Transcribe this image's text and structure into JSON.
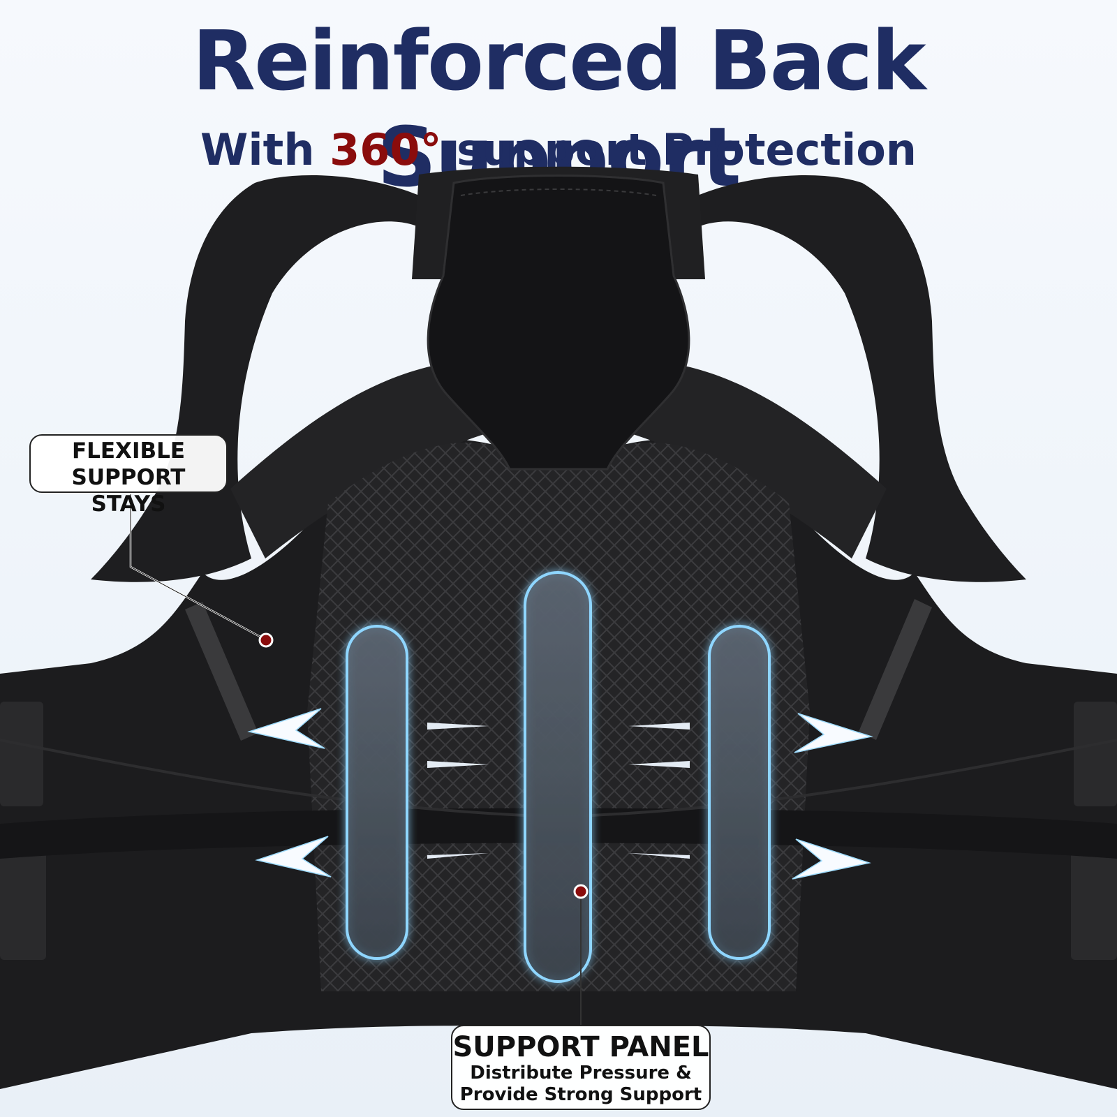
{
  "headline": {
    "title": "Reinforced Back Support",
    "subtitle_prefix": "With ",
    "subtitle_highlight": "360°",
    "subtitle_suffix": " support Protection"
  },
  "callouts": {
    "flexible_stays": {
      "line1": "FLEXIBLE",
      "line2": "SUPPORT STAYS"
    },
    "support_panel": {
      "title": "SUPPORT PANEL",
      "line1": "Distribute Pressure &",
      "line2": "Provide Strong Support"
    }
  },
  "colors": {
    "title": "#1f2d63",
    "highlight": "#8a0c0c",
    "brace": "#1c1c1e",
    "panel_glow": "#8fd6ff",
    "background": "#f2f6fb"
  },
  "icons": [
    "arrow-left-icon",
    "arrow-right-icon",
    "marker-dot-icon"
  ]
}
